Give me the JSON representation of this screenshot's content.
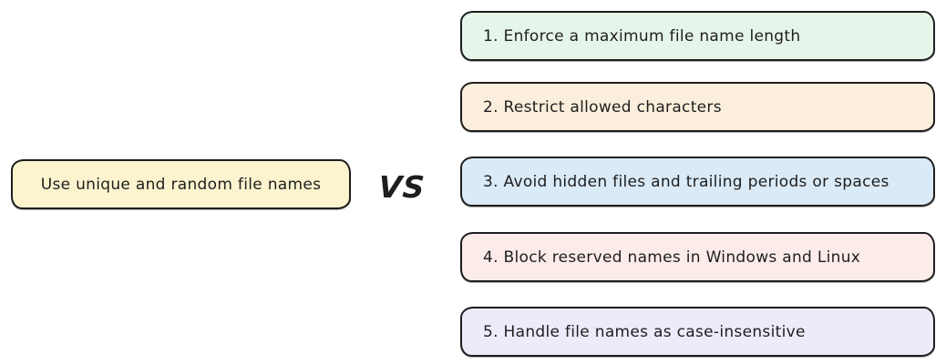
{
  "canvas": {
    "background": "#ffffff",
    "stroke_color": "#1e1e1e",
    "text_color": "#1e1e1e"
  },
  "left_item": {
    "label": "Use unique and random file names",
    "fill": "#fbf4cf"
  },
  "vs": {
    "label": "VS"
  },
  "right_items": [
    {
      "label": "1. Enforce a maximum file name length",
      "fill": "#e6f5e9"
    },
    {
      "label": "2. Restrict allowed characters",
      "fill": "#fbeedc"
    },
    {
      "label": "3. Avoid hidden files and trailing periods or spaces",
      "fill": "#daeaf7"
    },
    {
      "label": "4. Block reserved names in Windows and Linux",
      "fill": "#fbebe9"
    },
    {
      "label": "5. Handle file names as case-insensitive",
      "fill": "#edebfa"
    }
  ]
}
